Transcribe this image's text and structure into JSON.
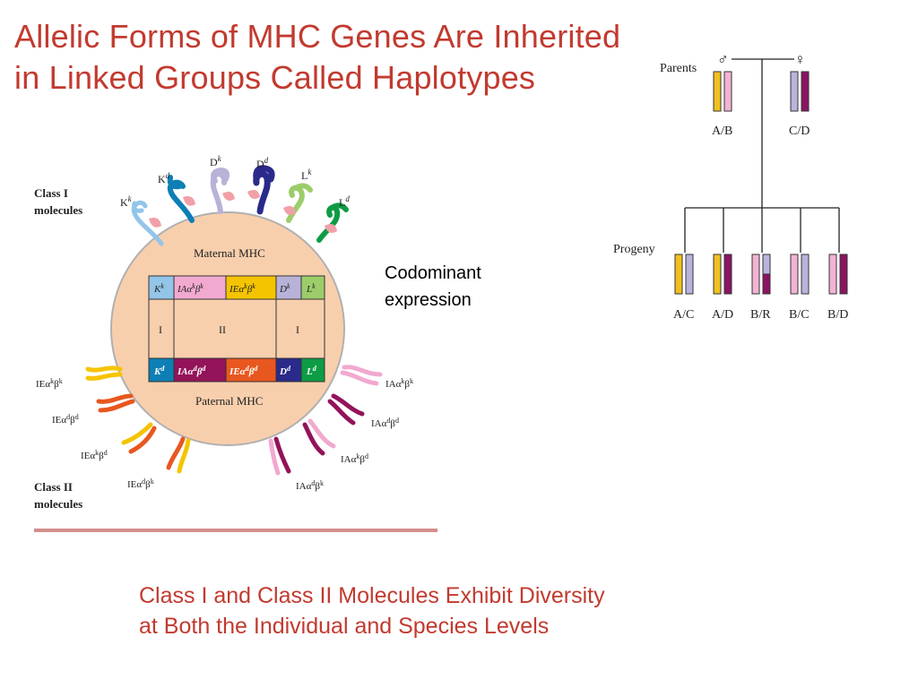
{
  "slide": {
    "title_line1": "Allelic Forms of MHC Genes Are Inherited",
    "title_line2": "in Linked Groups Called Haplotypes",
    "subtitle_line1": "Class I and Class II Molecules Exhibit Diversity",
    "subtitle_line2": "at Both the Individual and Species Levels",
    "note_line1": "Codominant",
    "note_line2": "expression"
  },
  "cell_figure": {
    "class1_label_1": "Class I",
    "class1_label_2": "molecules",
    "class2_label_1": "Class II",
    "class2_label_2": "molecules",
    "maternal_label": "Maternal MHC",
    "paternal_label": "Paternal MHC",
    "class_row": [
      "I",
      "II",
      "I"
    ],
    "maternal_cells": [
      "K",
      "IAα",
      "IEα",
      "D",
      "L"
    ],
    "paternal_cells": [
      "K",
      "IAα",
      "IEα",
      "D",
      "L"
    ],
    "class1_top_labels": [
      "K",
      "K",
      "D",
      "D",
      "L",
      "L"
    ],
    "class2_left_labels": [
      "IEα",
      "IEα",
      "IEα",
      "IEα"
    ],
    "class2_right_labels": [
      "IAα",
      "IAα",
      "IAα",
      "IAα"
    ],
    "colors": {
      "cell_body": "#f8cfad",
      "K_k": "#92c5e8",
      "K_d": "#0d7fb5",
      "IA_k": "#f2a9cf",
      "IA_d": "#93135a",
      "IE_k": "#f5c400",
      "IE_d": "#e8571f",
      "D_k": "#b9b2d8",
      "D_d": "#2a2a8a",
      "L_k": "#9ccd6a",
      "L_d": "#0d9c45"
    }
  },
  "pedigree": {
    "parents_label": "Parents",
    "progeny_label": "Progeny",
    "male_symbol": "♂",
    "female_symbol": "♀",
    "parent_labels": [
      "A/B",
      "C/D"
    ],
    "progeny_labels": [
      "A/C",
      "A/D",
      "B/R",
      "B/C",
      "B/D"
    ],
    "haplotype_colors": {
      "A": "#f0c020",
      "B": "#f3b3d3",
      "C": "#b8b4dc",
      "D": "#8b1463"
    }
  }
}
